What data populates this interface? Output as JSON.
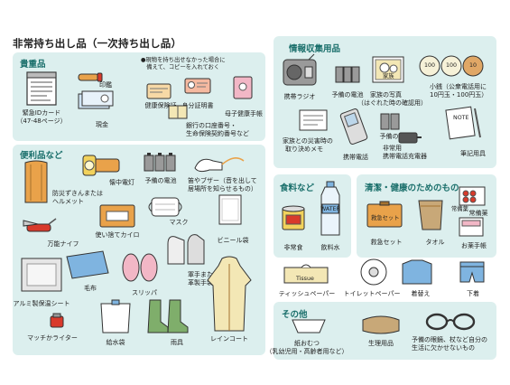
{
  "title": "非常持ち出し品（一次持ち出し品）",
  "sections": {
    "valuables": {
      "title": "貴重品",
      "note": [
        "●現物を持ち出せなかった場合に",
        "　備えて、コピーを入れておく"
      ],
      "items": {
        "id_card": [
          "緊急IDカード",
          "（47-48ページ）"
        ],
        "inkan": "印鑑",
        "cash": "現金",
        "health_card": "健康保険証",
        "id_papers": "身分証明書",
        "mother_child": "母子健康手帳",
        "bank": [
          "銀行の口座番号・",
          "生命保険契約番号など"
        ]
      }
    },
    "convenience": {
      "title": "便利品など",
      "items": {
        "flashlight": "懐中電灯",
        "battery": "予備の電池",
        "whistle": [
          "笛やブザー（音を出して",
          "居場所を知らせるもの）"
        ],
        "helmet": [
          "防災ずきんまたは",
          "ヘルメット"
        ],
        "knife": "万能ナイフ",
        "kairo": "使い捨てカイロ",
        "mask": "マスク",
        "vinyl_bag": "ビニール袋",
        "gloves": [
          "軍手または",
          "革製手袋"
        ],
        "alumi_sheet": "アルミ製保温シート",
        "blanket": "毛布",
        "slippers": "スリッパ",
        "raincoat": "レインコート",
        "lighter": "マッチかライター",
        "water_bag": "給水袋",
        "boots": "雨具"
      }
    },
    "info": {
      "title": "情報収集用品",
      "items": {
        "radio": "携帯ラジオ",
        "battery": "予備の電池",
        "photo": [
          "家族の写真",
          "（はぐれた時の確認用）"
        ],
        "coins": [
          "小銭（公衆電話用に",
          "10円玉・100円玉）"
        ],
        "memo": [
          "家族との災害時の",
          "取り決めメモ"
        ],
        "phone": "携帯電話",
        "battery2": "予備の電池",
        "charger": [
          "非常用",
          "携帯電話充電器"
        ],
        "writing": "筆記用具",
        "photo_badge": "家族",
        "coin_100": "100",
        "coin_10": "10",
        "note_text": "NOTE"
      }
    },
    "food": {
      "title": "食料など",
      "items": {
        "food": "非常食",
        "water": "飲料水",
        "water_label": "WATER"
      }
    },
    "hygiene": {
      "title": "清潔・健康のためのもの",
      "items": {
        "first_aid": "救急セット",
        "first_aid_label": "救急セット",
        "towel": "タオル",
        "medicine": "常備薬",
        "medicine_label": "常備薬",
        "med_book": "お薬手帳",
        "tissue": "ティッシュペーパー",
        "tissue_label": "Tissue",
        "toilet": "トイレットペーパー",
        "change": "着替え",
        "underwear": "下着"
      }
    },
    "other": {
      "title": "その他",
      "items": {
        "diaper": [
          "紙おむつ",
          "（乳幼児用・高齢者用など）"
        ],
        "sanitary": "生理用品",
        "glasses": [
          "予備の眼鏡、杖など自分の",
          "生活に欠かせないもの"
        ]
      }
    }
  },
  "colors": {
    "panel": "#dcefee",
    "section_title": "#1a6f6b",
    "orange": "#e9a24a",
    "brown": "#a5722f",
    "pink": "#f2b7c6",
    "blue": "#7fb4e0",
    "red": "#d83a2b",
    "gray": "#9a9a9a",
    "yellow": "#f2d25c",
    "green": "#7fae6b"
  }
}
